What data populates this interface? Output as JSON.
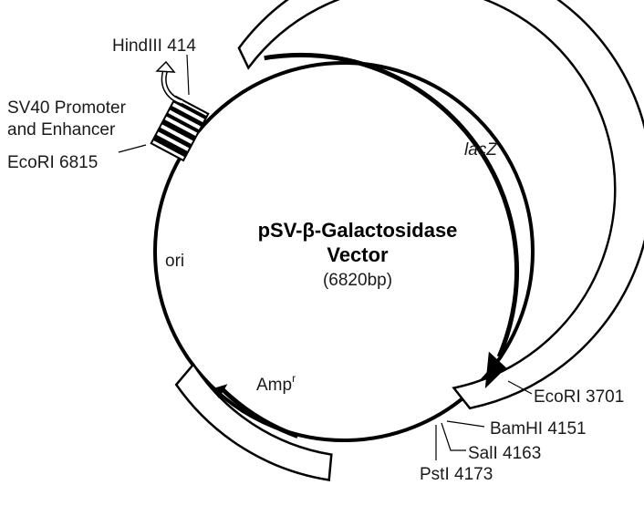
{
  "title": {
    "line1": "pSV-β-Galactosidase",
    "line2": "Vector",
    "size": "(6820bp)"
  },
  "features": {
    "lacz": "lacZ",
    "amp": "Amp",
    "amp_sup": "r",
    "ori": "ori",
    "sv40_line1": "SV40 Promoter",
    "sv40_line2": "and Enhancer"
  },
  "sites": {
    "hindiii": "HindIII 414",
    "ecori_6815": "EcoRI 6815",
    "ecori_3701": "EcoRI 3701",
    "bamhi": "BamHI 4151",
    "sali": "SalI 4163",
    "psti": "PstI 4173"
  },
  "colors": {
    "stroke": "#000000",
    "fill": "#ffffff"
  }
}
